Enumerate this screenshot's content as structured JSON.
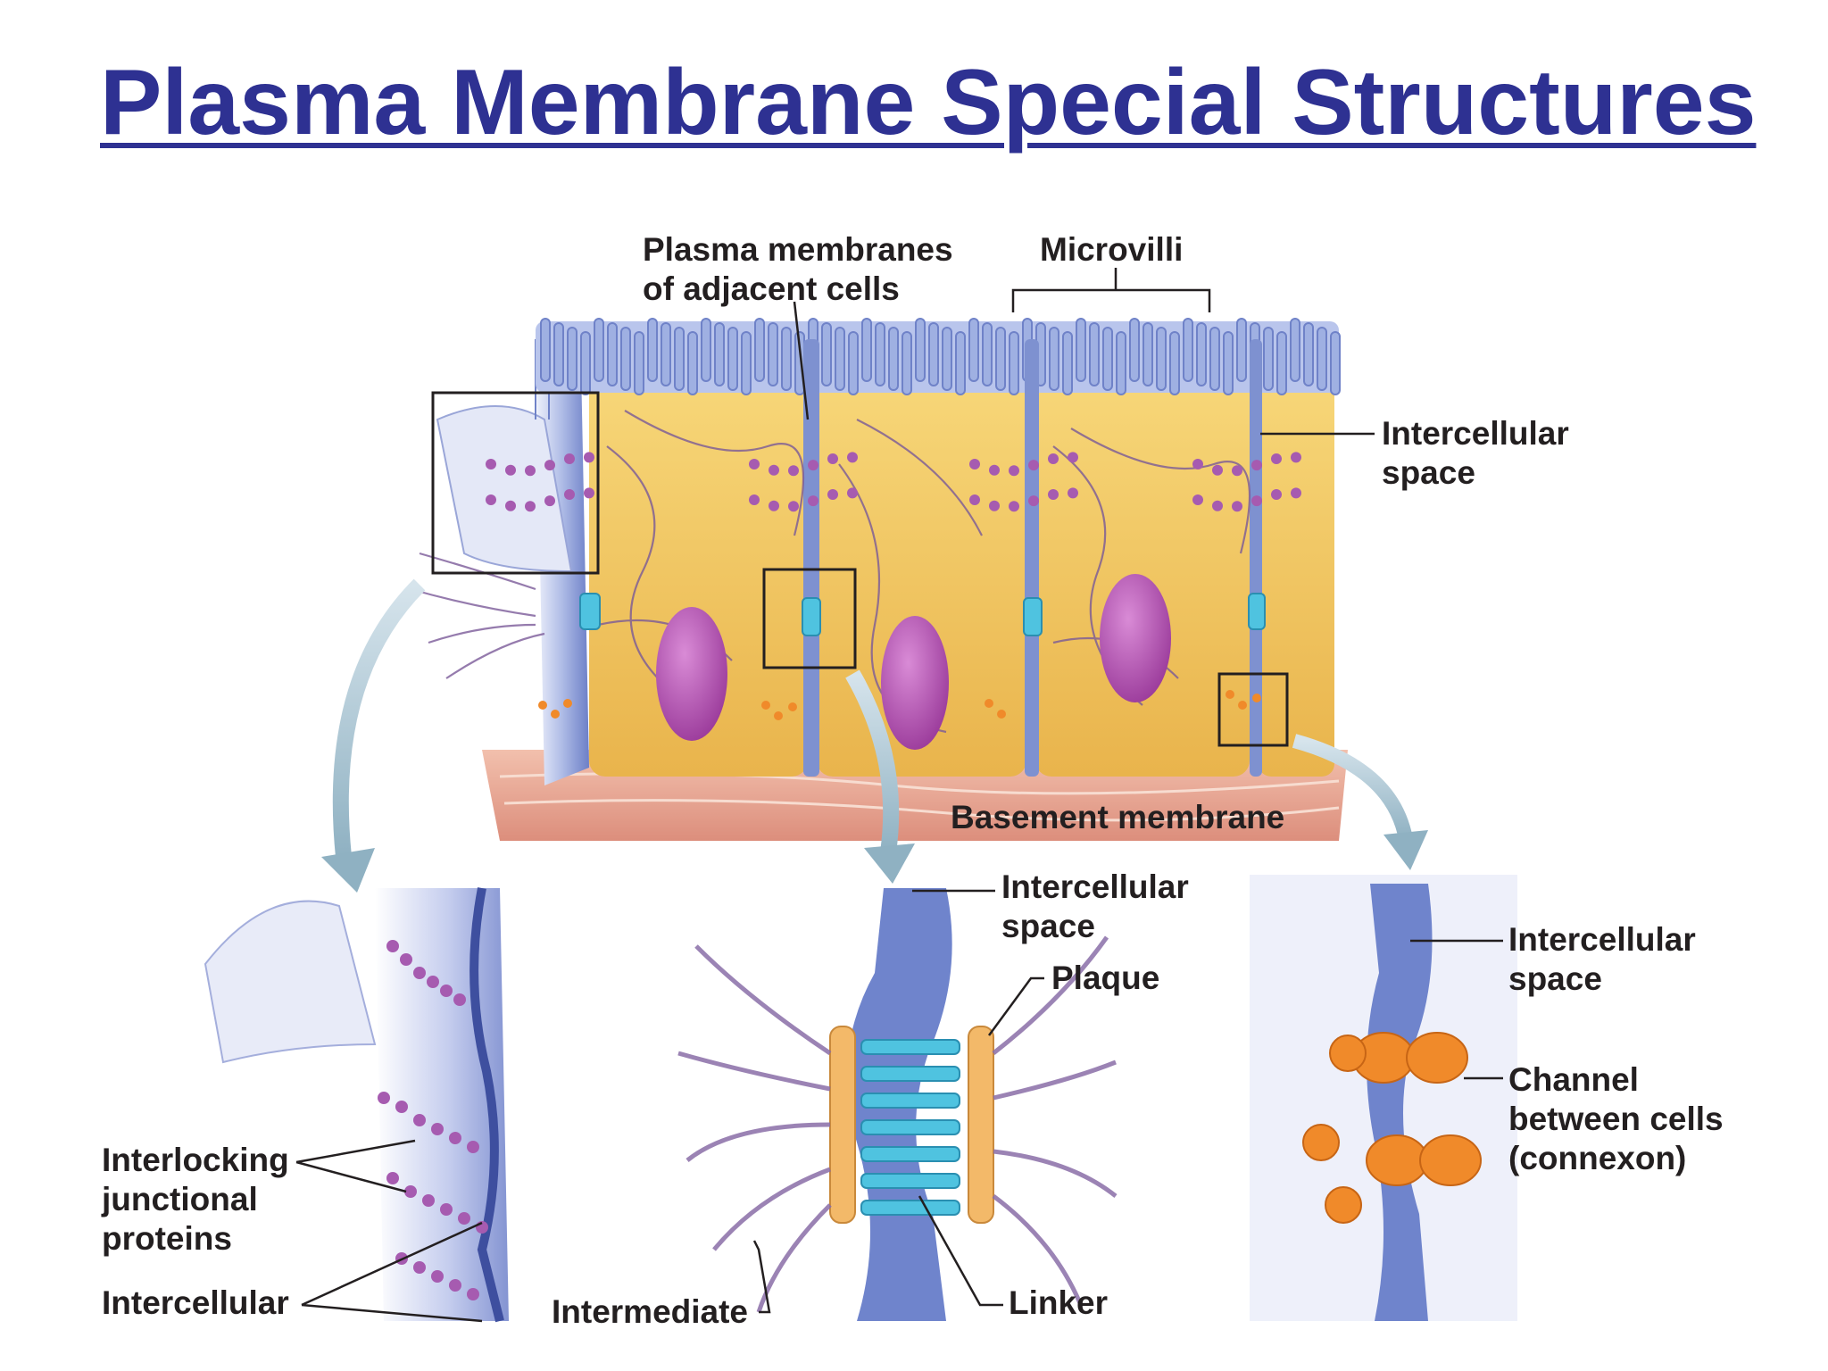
{
  "title": "Plasma Membrane Special Structures",
  "labels": {
    "plasma_membranes_line1": "Plasma membranes",
    "plasma_membranes_line2": "of adjacent cells",
    "microvilli": "Microvilli",
    "intercellular_space_top_line1": "Intercellular",
    "intercellular_space_top_line2": "space",
    "basement_membrane": "Basement membrane",
    "tight_interlocking_line1": "Interlocking",
    "tight_interlocking_line2": "junctional",
    "tight_interlocking_line3": "proteins",
    "tight_intercellular": "Intercellular",
    "desmo_intercellular_line1": "Intercellular",
    "desmo_intercellular_line2": "space",
    "desmo_plaque": "Plaque",
    "desmo_linker": "Linker",
    "desmo_intermediate": "Intermediate",
    "gap_intercellular_line1": "Intercellular",
    "gap_intercellular_line2": "space",
    "gap_channel_line1": "Channel",
    "gap_channel_line2": "between cells",
    "gap_channel_line3": "(connexon)"
  },
  "colors": {
    "title": "#2e3192",
    "cytoplasm": "#f2c45a",
    "membrane": "#a9b6e3",
    "nucleus": "#b94fb5",
    "basement": "#e8a190",
    "desmosome": "#4fc3e0",
    "connexon": "#f08a2a",
    "filament": "#8a6ea8"
  }
}
